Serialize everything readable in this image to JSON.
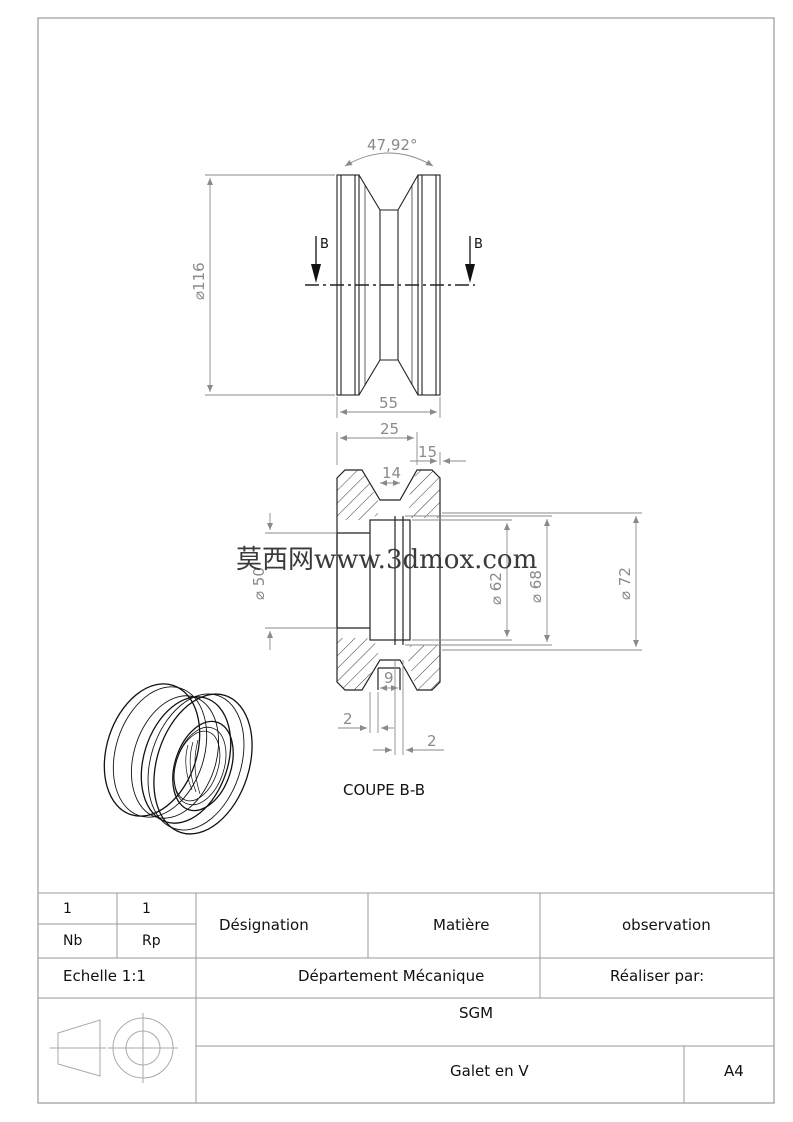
{
  "drawing": {
    "angle_dim": "47,92°",
    "diameter_116": "⌀116",
    "width_55": "55",
    "section_mark": "B",
    "dim_25": "25",
    "dim_15": "15",
    "dim_14": "14",
    "diameter_50": "⌀ 50",
    "diameter_62": "⌀ 62",
    "diameter_68": "⌀ 68",
    "diameter_72": "⌀ 72",
    "dim_9": "9",
    "dim_2a": "2",
    "dim_2b": "2",
    "section_title": "COUPE B-B",
    "watermark": "莫西网www.3dmox.com"
  },
  "title_block": {
    "nb_value": "1",
    "rp_value": "1",
    "nb_label": "Nb",
    "rp_label": "Rp",
    "designation": "Désignation",
    "matiere": "Matière",
    "observation": "observation",
    "echelle": "Echelle 1:1",
    "departement": "Département Mécanique",
    "realiser": "Réaliser par:",
    "company": "SGM",
    "part_name": "Galet en V",
    "format": "A4"
  }
}
